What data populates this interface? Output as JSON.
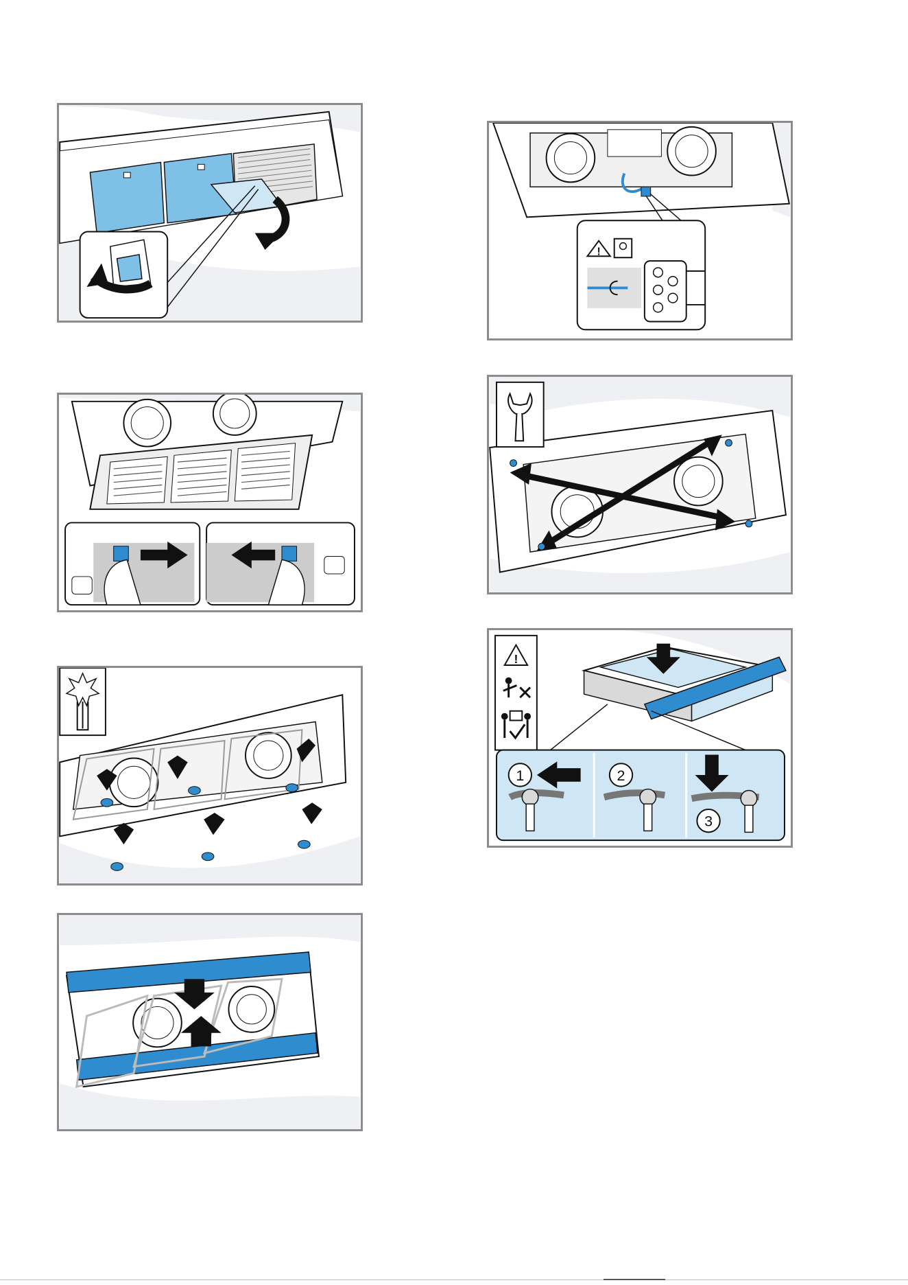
{
  "colors": {
    "frame": "#8c8c8c",
    "accent_blue": "#2f8ccf",
    "light_blue": "#7fc0e6",
    "pale_blue": "#cfe6f5",
    "ink": "#111111",
    "metal": "#d9d9d9",
    "background_wave": "#eef0f3"
  },
  "icons": [
    "warning-triangle-icon",
    "electrician-icon",
    "torx-screwdriver-icon",
    "wrench-icon",
    "two-person-lift-icon"
  ],
  "steps": {
    "step_1": "1",
    "step_2": "2",
    "step_3": "3"
  }
}
